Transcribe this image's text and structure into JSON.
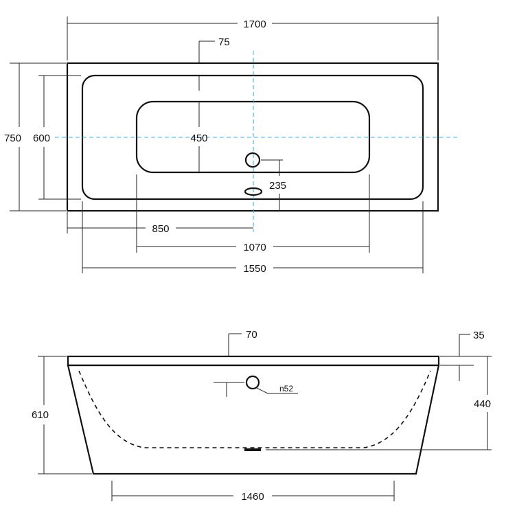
{
  "top_view": {
    "dim_overall_length": "1700",
    "dim_rim_width": "75",
    "dim_overall_width": "750",
    "dim_inner_width": "600",
    "dim_basin_width": "450",
    "dim_drain_offset": "235",
    "dim_drain_from_left": "850",
    "dim_basin_length": "1070",
    "dim_inner_length": "1550"
  },
  "side_view": {
    "dim_rim_height": "70",
    "dim_lip": "35",
    "dim_overall_height": "610",
    "dim_overflow_height": "440",
    "dim_overflow_diameter": "n52",
    "dim_base_length": "1460"
  },
  "colors": {
    "line": "#111111",
    "center_axis": "#3fb0e6",
    "background": "#ffffff"
  }
}
